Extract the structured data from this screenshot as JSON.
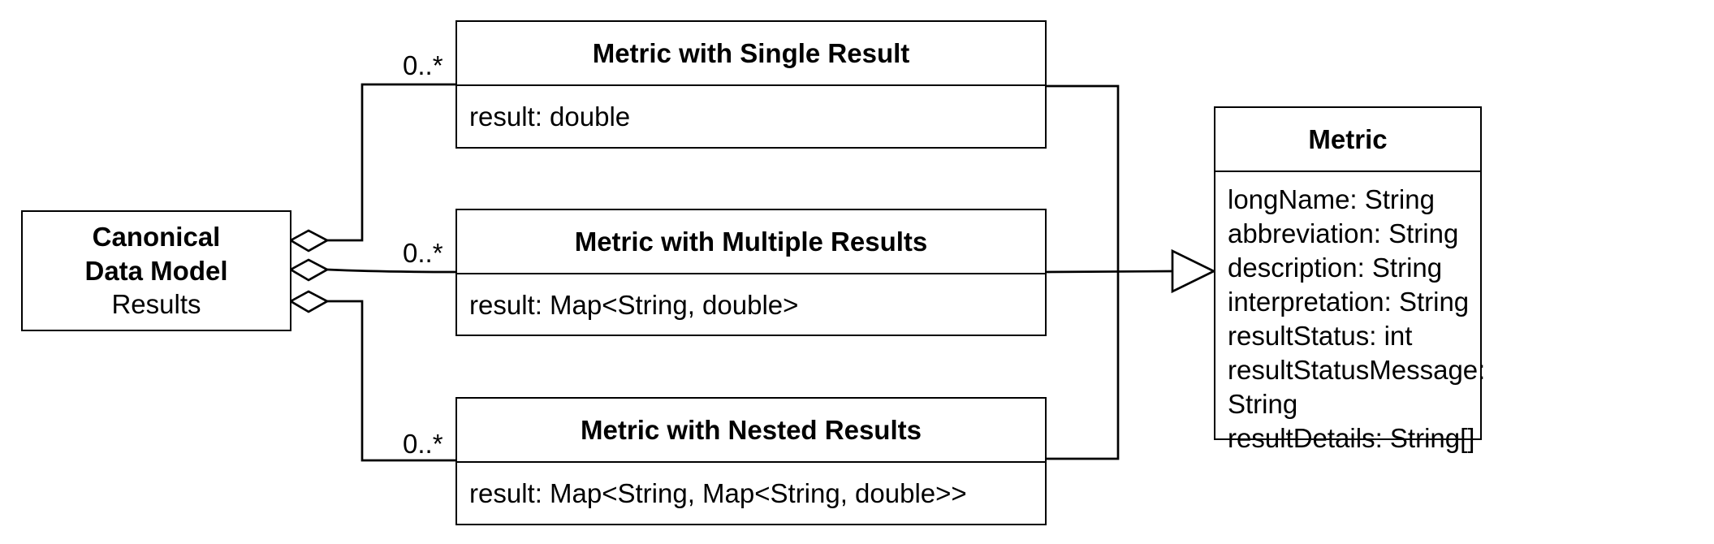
{
  "aggregate": {
    "title_line1": "Canonical",
    "title_line2": "Data Model",
    "subtitle": "Results"
  },
  "single": {
    "title": "Metric with Single Result",
    "attribute": "result: double"
  },
  "multiple": {
    "title": "Metric with Multiple Results",
    "attribute": "result: Map<String, double>"
  },
  "nested": {
    "title": "Metric with Nested Results",
    "attribute": "result: Map<String, Map<String, double>>"
  },
  "metric": {
    "title": "Metric",
    "attributes": [
      "longName: String",
      "abbreviation: String",
      "description: String",
      "interpretation: String",
      "resultStatus: int",
      "resultStatusMessage: String",
      "resultDetails: String[]"
    ]
  },
  "multiplicity": "0..*"
}
